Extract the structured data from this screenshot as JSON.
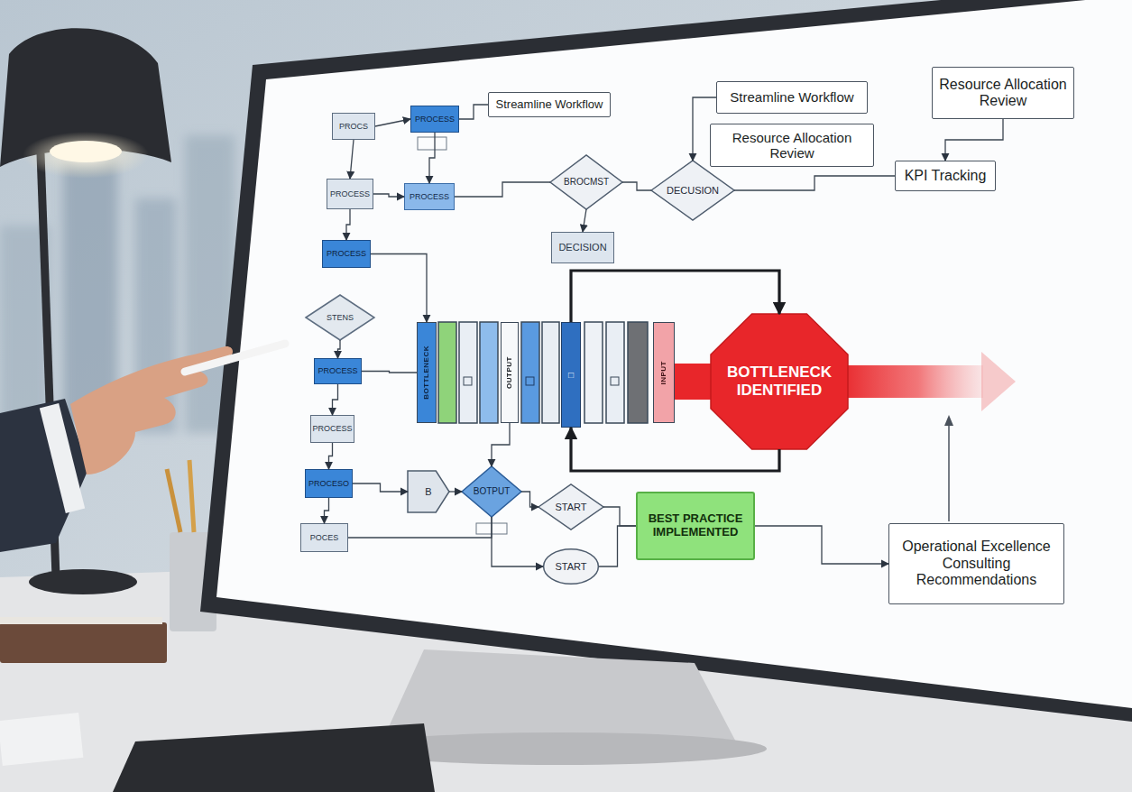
{
  "diagram": {
    "nodes": [
      {
        "text": [
          "PROCS"
        ]
      },
      {
        "text": [
          "PROCESS"
        ]
      },
      {
        "text": [
          "Streamline Workflow"
        ]
      },
      {
        "text": [
          "Streamline Workflow"
        ]
      },
      {
        "text": [
          "Resource Allocation Review"
        ]
      },
      {
        "text": [
          "Resource Allocation Review"
        ]
      },
      {
        "text": [
          "PROCESS"
        ]
      },
      {
        "text": [
          "PROCESS"
        ]
      },
      {
        "text": [
          "BROCMST"
        ]
      },
      {
        "text": [
          "DECUSION"
        ]
      },
      {
        "text": [
          "KPI Tracking"
        ]
      },
      {
        "text": [
          "DECISION"
        ]
      },
      {
        "text": [
          "PROCESS"
        ]
      },
      {
        "text": [
          "STENS"
        ]
      },
      {
        "text": [
          "PROCESS"
        ]
      },
      {
        "text": [
          "BOTTLENECK"
        ]
      },
      {
        "text": [
          "OUTPUT"
        ]
      },
      {
        "text": [
          "□"
        ]
      },
      {
        "text": [
          "INPUT"
        ]
      },
      {
        "text": [
          "BOTTLENECK IDENTIFIED"
        ]
      },
      {
        "text": [
          "PROCESS"
        ]
      },
      {
        "text": [
          "PROCESO"
        ]
      },
      {
        "text": [
          "B"
        ]
      },
      {
        "text": [
          "BOTPUT"
        ]
      },
      {
        "text": [
          "START"
        ]
      },
      {
        "text": [
          "POCES"
        ]
      },
      {
        "text": [
          "START"
        ]
      },
      {
        "text": [
          "BEST PRACTICE IMPLEMENTED"
        ]
      },
      {
        "text": [
          "Operational Excellence Consulting Recommendations"
        ]
      }
    ],
    "edges": [
      {
        "from": 0,
        "to": 1,
        "arrow": "to"
      },
      {
        "from": 1,
        "to": 2,
        "arrow": "none"
      },
      {
        "from": 0,
        "to": 6,
        "arrow": "to"
      },
      {
        "from": 6,
        "to": 7,
        "arrow": "to"
      },
      {
        "from": 1,
        "to": 7,
        "arrow": "to"
      },
      {
        "from": 7,
        "to": 8,
        "arrow": "none"
      },
      {
        "from": 8,
        "to": 9,
        "arrow": "none"
      },
      {
        "from": 8,
        "to": 11,
        "arrow": "to"
      },
      {
        "from": 3,
        "to": 9,
        "arrow": "to"
      },
      {
        "from": 9,
        "to": 10,
        "arrow": "none"
      },
      {
        "from": 4,
        "to": 10,
        "arrow": "to"
      },
      {
        "from": 6,
        "to": 12,
        "arrow": "to"
      },
      {
        "from": 12,
        "to": 15,
        "arrow": "to"
      },
      {
        "from": 13,
        "to": 14,
        "arrow": "to"
      },
      {
        "from": 14,
        "to": 15,
        "arrow": "none"
      },
      {
        "from": 14,
        "to": 20,
        "arrow": "to"
      },
      {
        "from": 20,
        "to": 21,
        "arrow": "to"
      },
      {
        "from": 21,
        "to": 25,
        "arrow": "to"
      },
      {
        "from": 21,
        "to": 22,
        "arrow": "to"
      },
      {
        "from": 22,
        "to": 23,
        "arrow": "to"
      },
      {
        "from": 16,
        "to": 23,
        "arrow": "to"
      },
      {
        "from": 23,
        "to": 24,
        "arrow": "to"
      },
      {
        "from": 23,
        "to": 26,
        "arrow": "to"
      },
      {
        "from": 25,
        "to": 23,
        "arrow": "none"
      },
      {
        "from": 24,
        "to": 27,
        "arrow": "none"
      },
      {
        "from": 26,
        "to": 27,
        "arrow": "none"
      },
      {
        "from": 27,
        "to": 28,
        "arrow": "to"
      },
      {
        "from": 17,
        "to": 19,
        "arrow": "to"
      },
      {
        "from": 19,
        "to": 17,
        "arrow": "to"
      }
    ]
  }
}
